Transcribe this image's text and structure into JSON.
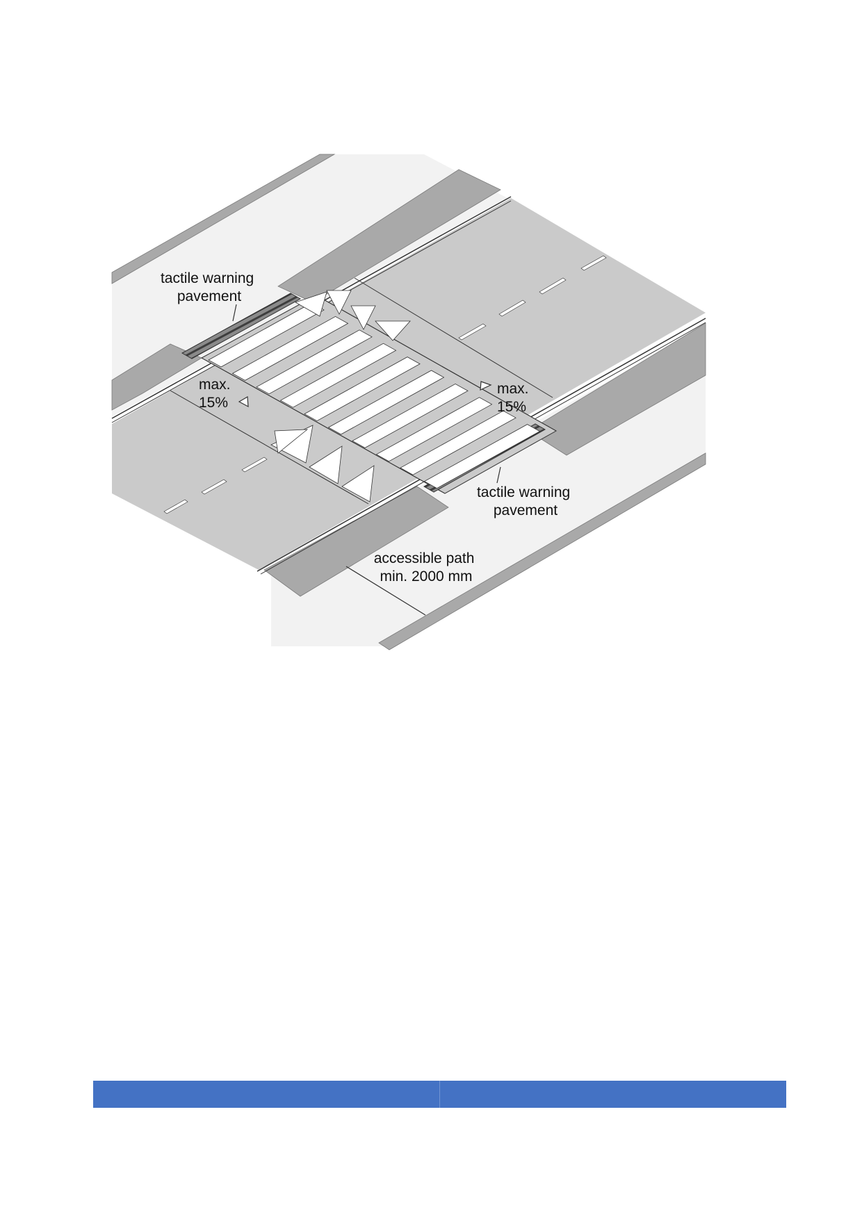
{
  "figure": {
    "labels": {
      "tactile_top": [
        "tactile warning",
        "pavement"
      ],
      "tactile_bottom": [
        "tactile warning",
        "pavement"
      ],
      "slope_left": [
        "max.",
        "15%"
      ],
      "slope_right": [
        "max.",
        "15%"
      ],
      "accessible_path": [
        "accessible path",
        "min. 2000 mm"
      ]
    },
    "icons": [
      "slope-arrow-icon",
      "slope-arrow-icon"
    ]
  },
  "footer": {
    "cells": [
      "",
      ""
    ]
  },
  "colors": {
    "accent": "#4472c4",
    "road": "#cacaca",
    "sidewalk": "#f2f2f2",
    "curb": "#a9a9a9",
    "tactile": "#5c5c5c",
    "marking": "#ffffff",
    "line": "#333333"
  }
}
